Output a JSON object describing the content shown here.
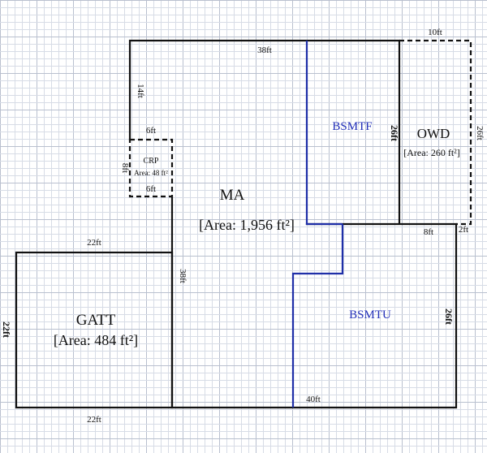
{
  "colors": {
    "wall": "#111111",
    "subarea_wall": "#1f2fa8",
    "subarea_text": "#2330b8",
    "grid": "#d7dce6"
  },
  "rooms": {
    "ma": {
      "name": "MA",
      "area": "[Area: 1,956 ft²]"
    },
    "gatt": {
      "name": "GATT",
      "area": "[Area: 484 ft²]"
    },
    "owd": {
      "name": "OWD",
      "area": "[Area: 260 ft²]"
    },
    "crp": {
      "name": "CRP",
      "area": "Area: 48 ft²"
    },
    "bsmtf": {
      "name": "BSMTF"
    },
    "bsmtu": {
      "name": "BSMTU"
    }
  },
  "dimensions": {
    "ma_top": "38ft",
    "ma_left_upper": "14ft",
    "ma_left_lower": "38ft",
    "ma_bottom": "40ft",
    "ma_right": "26ft",
    "bsmtf_right": "26ft",
    "crp_top": "6ft",
    "crp_bottom": "6ft",
    "crp_side": "8ft",
    "owd_top": "10ft",
    "owd_right": "26ft",
    "owd_bottom": "8ft",
    "owd_notch": "2ft",
    "gatt_top": "22ft",
    "gatt_bottom": "22ft",
    "gatt_left": "22ft"
  }
}
